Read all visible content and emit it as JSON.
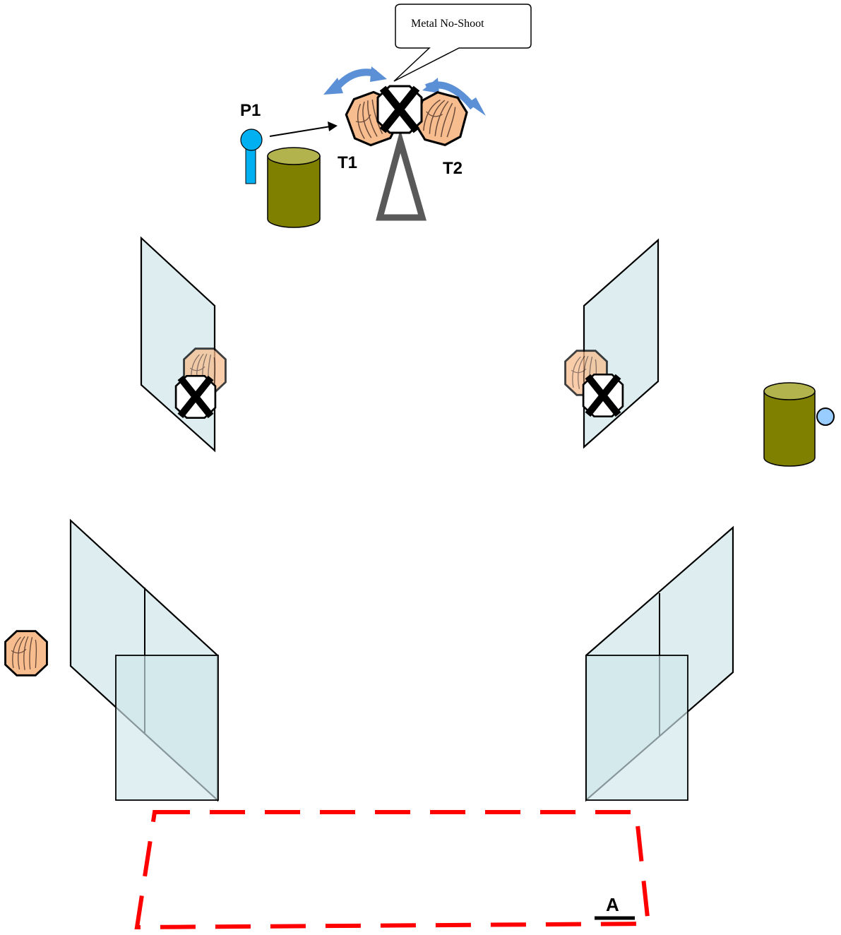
{
  "labels": {
    "p1": "P1",
    "t1": "T1",
    "t2": "T2",
    "start_area": "A",
    "callout": "Metal No-Shoot"
  },
  "colors": {
    "target_fill": "#f7bd8e",
    "barrel_body": "#808000",
    "barrel_top": "#b3b34d",
    "wall_fill": "#cfe6ea",
    "popper": "#00b0f0",
    "arrow": "#5b8fd6",
    "start_box": "#ff0000",
    "stand": "#595959"
  },
  "icons": {
    "paper_target": "paper-target-icon",
    "no_shoot": "no-shoot-icon",
    "popper": "popper-icon",
    "barrel": "barrel-icon",
    "swinger": "swinger-icon"
  }
}
